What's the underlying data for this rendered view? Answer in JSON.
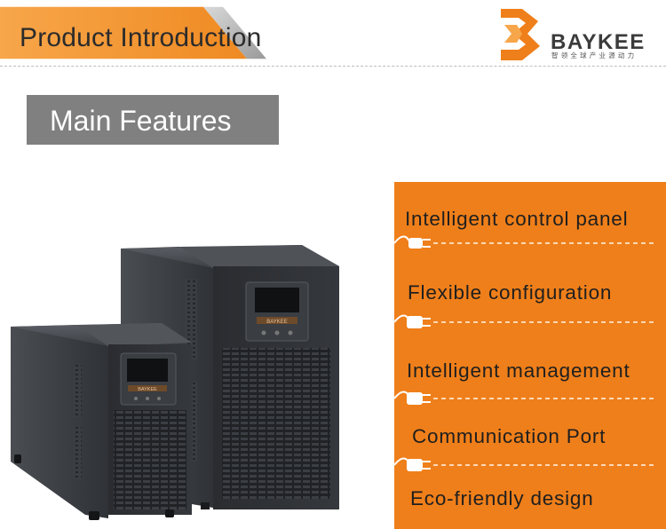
{
  "header": {
    "title": "Product Introduction"
  },
  "brand": {
    "name": "BAYKEE",
    "tagline": "智领全球产业源动力"
  },
  "section": {
    "title": "Main Features"
  },
  "features": [
    {
      "label": "Intelligent control panel"
    },
    {
      "label": "Flexible configuration"
    },
    {
      "label": "Intelligent management"
    },
    {
      "label": "Communication Port"
    },
    {
      "label": "Eco-friendly design"
    }
  ],
  "product": {
    "panel_brand": "BAYKEE"
  },
  "colors": {
    "accent": "#ef7f1a",
    "header_bar": "#f39a37",
    "badge_gray": "#808080",
    "text_dark": "#1f1f1f"
  }
}
